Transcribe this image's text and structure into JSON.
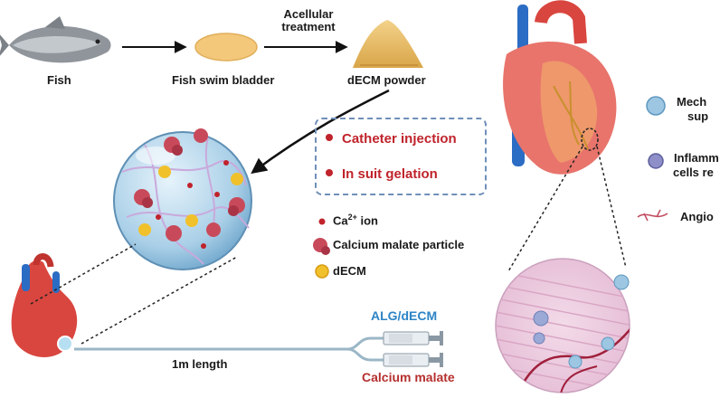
{
  "workflow": {
    "fish_label": "Fish",
    "bladder_label": "Fish swim bladder",
    "treatment_line1": "Acellular",
    "treatment_line2": "treatment",
    "powder_label": "dECM powder"
  },
  "methods": {
    "item1": "Catheter injection",
    "item2": "In suit gelation"
  },
  "legend": {
    "ion_prefix": "Ca",
    "ion_sup": "2+",
    "ion_suffix": " ion",
    "particle": "Calcium malate particle",
    "decm": "dECM"
  },
  "device": {
    "length_label": "1m length",
    "syringe_top": "ALG/dECM",
    "syringe_bottom": "Calcium malate"
  },
  "effects": {
    "effect1_line1": "Mech",
    "effect1_line2": "sup",
    "effect2_line1": "Inflamm",
    "effect2_line2": "cells re",
    "effect3": "Angio"
  },
  "colors": {
    "accent_red": "#c0232b",
    "accent_blue": "#2c84c6",
    "dashed_border": "#6f8fb8",
    "gel_sphere": "#bcd9ec"
  }
}
